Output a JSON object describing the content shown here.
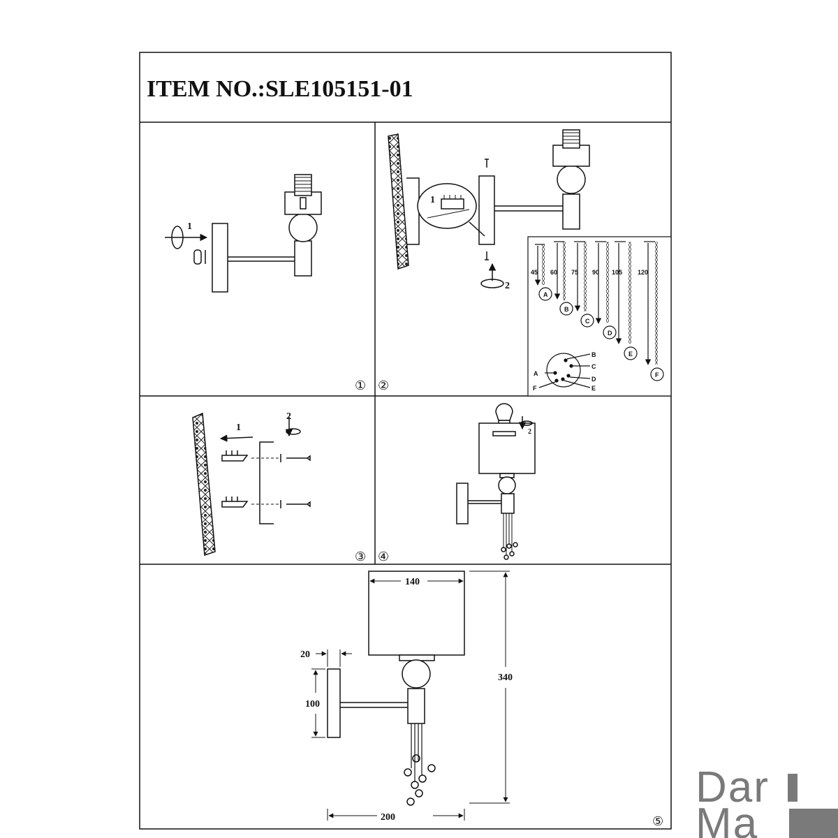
{
  "header": {
    "item_no": "ITEM NO.:SLE105151-01"
  },
  "steps": {
    "s1": "①",
    "s2": "②",
    "s3": "③",
    "s4": "④",
    "s5": "⑤"
  },
  "step1": {
    "arrow_label": "1"
  },
  "step2": {
    "detail_label": "1",
    "rotate_label": "2"
  },
  "chains": {
    "lengths": [
      "45",
      "60",
      "75",
      "90",
      "105",
      "120"
    ],
    "letters": [
      "A",
      "B",
      "C",
      "D",
      "E",
      "F"
    ],
    "hub_labels": [
      "A",
      "B",
      "C",
      "D",
      "E",
      "F"
    ]
  },
  "step3": {
    "push_label": "1",
    "rotate_label": "2"
  },
  "step4": {
    "rotate_label": "2"
  },
  "dimensions": {
    "shade_width": "140",
    "backplate_depth": "20",
    "backplate_height": "100",
    "total_height": "340",
    "total_depth": "200"
  },
  "brand": {
    "line1": "DarMa"
  }
}
